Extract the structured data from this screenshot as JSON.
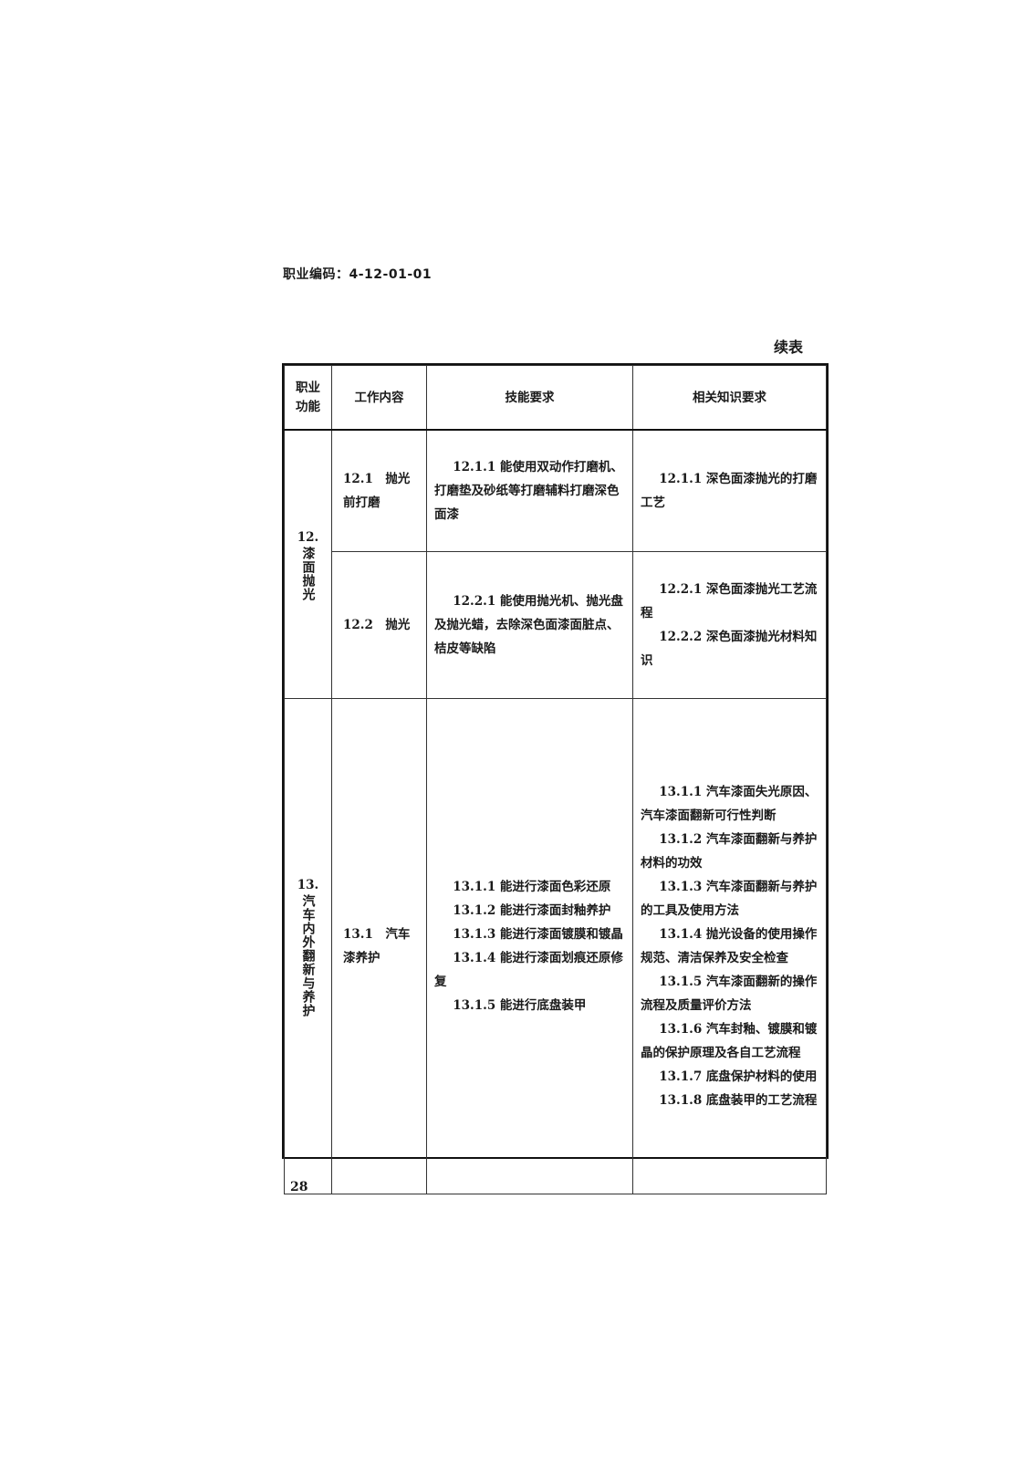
{
  "header": {
    "code_line": "职业编码：4-12-01-01",
    "continued": "续表"
  },
  "table": {
    "headers": [
      "职业\n功能",
      "工作内容",
      "技能要求",
      "相关知识要求"
    ],
    "groups": [
      {
        "func_num": "12.",
        "func_text": "漆面抛光",
        "rows": [
          {
            "work": "12.1　抛光前打磨",
            "skills": [
              "12.1.1 能使用双动作打磨机、打磨垫及砂纸等打磨辅料打磨深色面漆"
            ],
            "knowledge": [
              "12.1.1 深色面漆抛光的打磨工艺"
            ]
          },
          {
            "work": "12.2　抛光",
            "skills": [
              "12.2.1 能使用抛光机、抛光盘及抛光蜡，去除深色面漆面脏点、桔皮等缺陷"
            ],
            "knowledge": [
              "12.2.1 深色面漆抛光工艺流程",
              "12.2.2 深色面漆抛光材料知识"
            ]
          }
        ]
      },
      {
        "func_num": "13.",
        "func_text": "汽车内外翻新与养护",
        "rows": [
          {
            "work": "13.1　汽车漆养护",
            "skills": [
              "13.1.1 能进行漆面色彩还原",
              "13.1.2 能进行漆面封釉养护",
              "13.1.3 能进行漆面镀膜和镀晶",
              "13.1.4 能进行漆面划痕还原修复",
              "13.1.5 能进行底盘装甲"
            ],
            "knowledge": [
              "13.1.1 汽车漆面失光原因、汽车漆面翻新可行性判断",
              "13.1.2 汽车漆面翻新与养护材料的功效",
              "13.1.3 汽车漆面翻新与养护的工具及使用方法",
              "13.1.4 抛光设备的使用操作规范、清洁保养及安全检查",
              "13.1.5 汽车漆面翻新的操作流程及质量评价方法",
              "13.1.6 汽车封釉、镀膜和镀晶的保护原理及各自工艺流程",
              "13.1.7 底盘保护材料的使用",
              "13.1.8 底盘装甲的工艺流程"
            ]
          }
        ]
      }
    ]
  },
  "footer": {
    "page_number": "28"
  }
}
